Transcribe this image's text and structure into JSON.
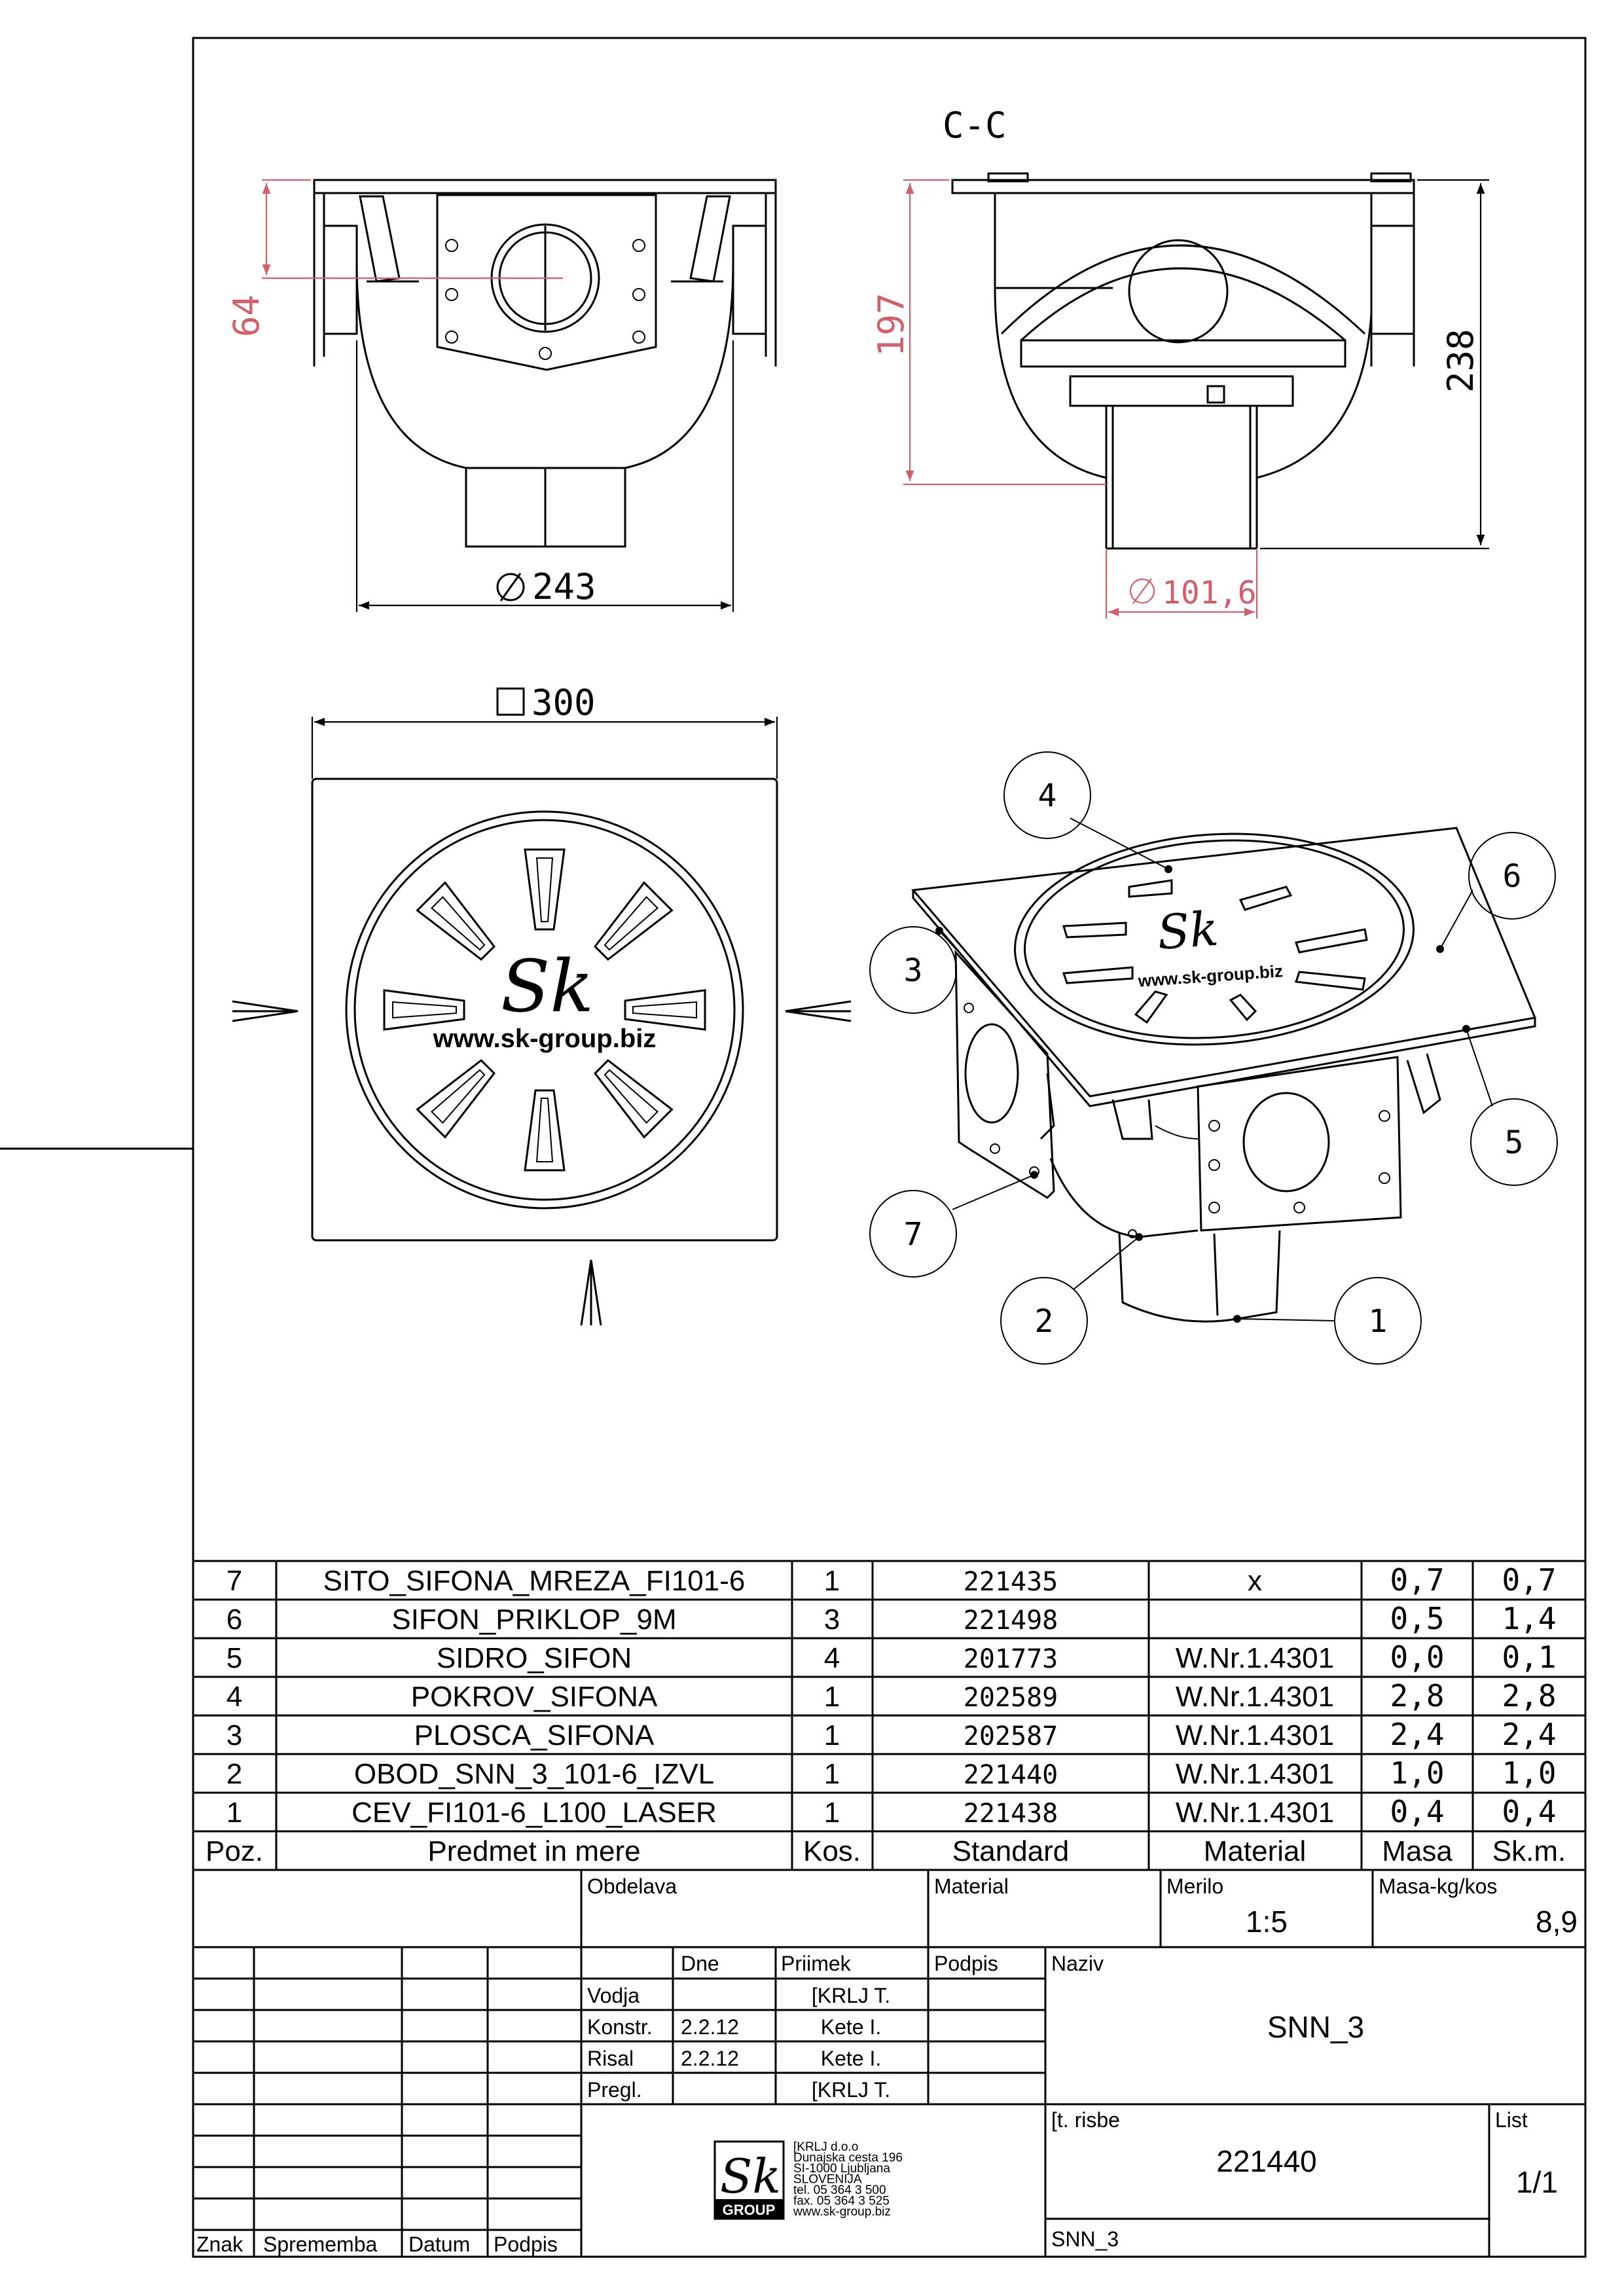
{
  "section_label": "C-C",
  "dimensions": {
    "d64": "64",
    "d197": "197",
    "d238": "238",
    "d243": "243",
    "d101": "101,6",
    "d300": "300"
  },
  "grate_text": "www.sk-group.biz",
  "callouts": [
    "1",
    "2",
    "3",
    "4",
    "5",
    "6",
    "7"
  ],
  "bom_rows": [
    {
      "pos": "7",
      "name": "SITO_SIFONA_MREZA_FI101-6",
      "qty": "1",
      "standard": "221435",
      "material": "x",
      "mass": "0,7",
      "skm": "0,7"
    },
    {
      "pos": "6",
      "name": "SIFON_PRIKLOP_9M",
      "qty": "3",
      "standard": "221498",
      "material": "",
      "mass": "0,5",
      "skm": "1,4"
    },
    {
      "pos": "5",
      "name": "SIDRO_SIFON",
      "qty": "4",
      "standard": "201773",
      "material": "W.Nr.1.4301",
      "mass": "0,0",
      "skm": "0,1"
    },
    {
      "pos": "4",
      "name": "POKROV_SIFONA",
      "qty": "1",
      "standard": "202589",
      "material": "W.Nr.1.4301",
      "mass": "2,8",
      "skm": "2,8"
    },
    {
      "pos": "3",
      "name": "PLOSCA_SIFONA",
      "qty": "1",
      "standard": "202587",
      "material": "W.Nr.1.4301",
      "mass": "2,4",
      "skm": "2,4"
    },
    {
      "pos": "2",
      "name": "OBOD_SNN_3_101-6_IZVL",
      "qty": "1",
      "standard": "221440",
      "material": "W.Nr.1.4301",
      "mass": "1,0",
      "skm": "1,0"
    },
    {
      "pos": "1",
      "name": "CEV_FI101-6_L100_LASER",
      "qty": "1",
      "standard": "221438",
      "material": "W.Nr.1.4301",
      "mass": "0,4",
      "skm": "0,4"
    }
  ],
  "bom_header": {
    "pos": "Poz.",
    "name": "Predmet in mere",
    "qty": "Kos.",
    "standard": "Standard",
    "material": "Material",
    "mass": "Masa",
    "skm": "Sk.m."
  },
  "title_block": {
    "obdelava": "Obdelava",
    "material": "Material",
    "merilo_label": "Merilo",
    "merilo": "1:5",
    "masa_label": "Masa-kg/kos",
    "masa": "8,9",
    "dne": "Dne",
    "priimek": "Priimek",
    "podpis": "Podpis",
    "naziv_label": "Naziv",
    "naziv": "SNN_3",
    "roles": [
      {
        "role": "Vodja",
        "date": "",
        "name": "[KRLJ T."
      },
      {
        "role": "Konstr.",
        "date": "2.2.12",
        "name": "Kete I."
      },
      {
        "role": "Risal",
        "date": "2.2.12",
        "name": "Kete I."
      },
      {
        "role": "Pregl.",
        "date": "",
        "name": "[KRLJ T."
      }
    ],
    "revision_headers": {
      "znak": "Znak",
      "sprememba": "Sprememba",
      "datum": "Datum",
      "podpis": "Podpis"
    },
    "company": [
      "[KRLJ d.o.o",
      "Dunajska cesta 196",
      "SI-1000 Ljubljana",
      "SLOVENIJA",
      "tel. 05 364 3 500",
      "fax. 05 364 3 525",
      "www.sk-group.biz"
    ],
    "logo_text": "GROUP",
    "st_risbe_label": "[t. risbe",
    "st_risbe": "221440",
    "list_label": "List",
    "list": "1/1",
    "footer_name": "SNN_3"
  },
  "colors": {
    "dimension_red": "#d2606a",
    "line": "#000000"
  }
}
